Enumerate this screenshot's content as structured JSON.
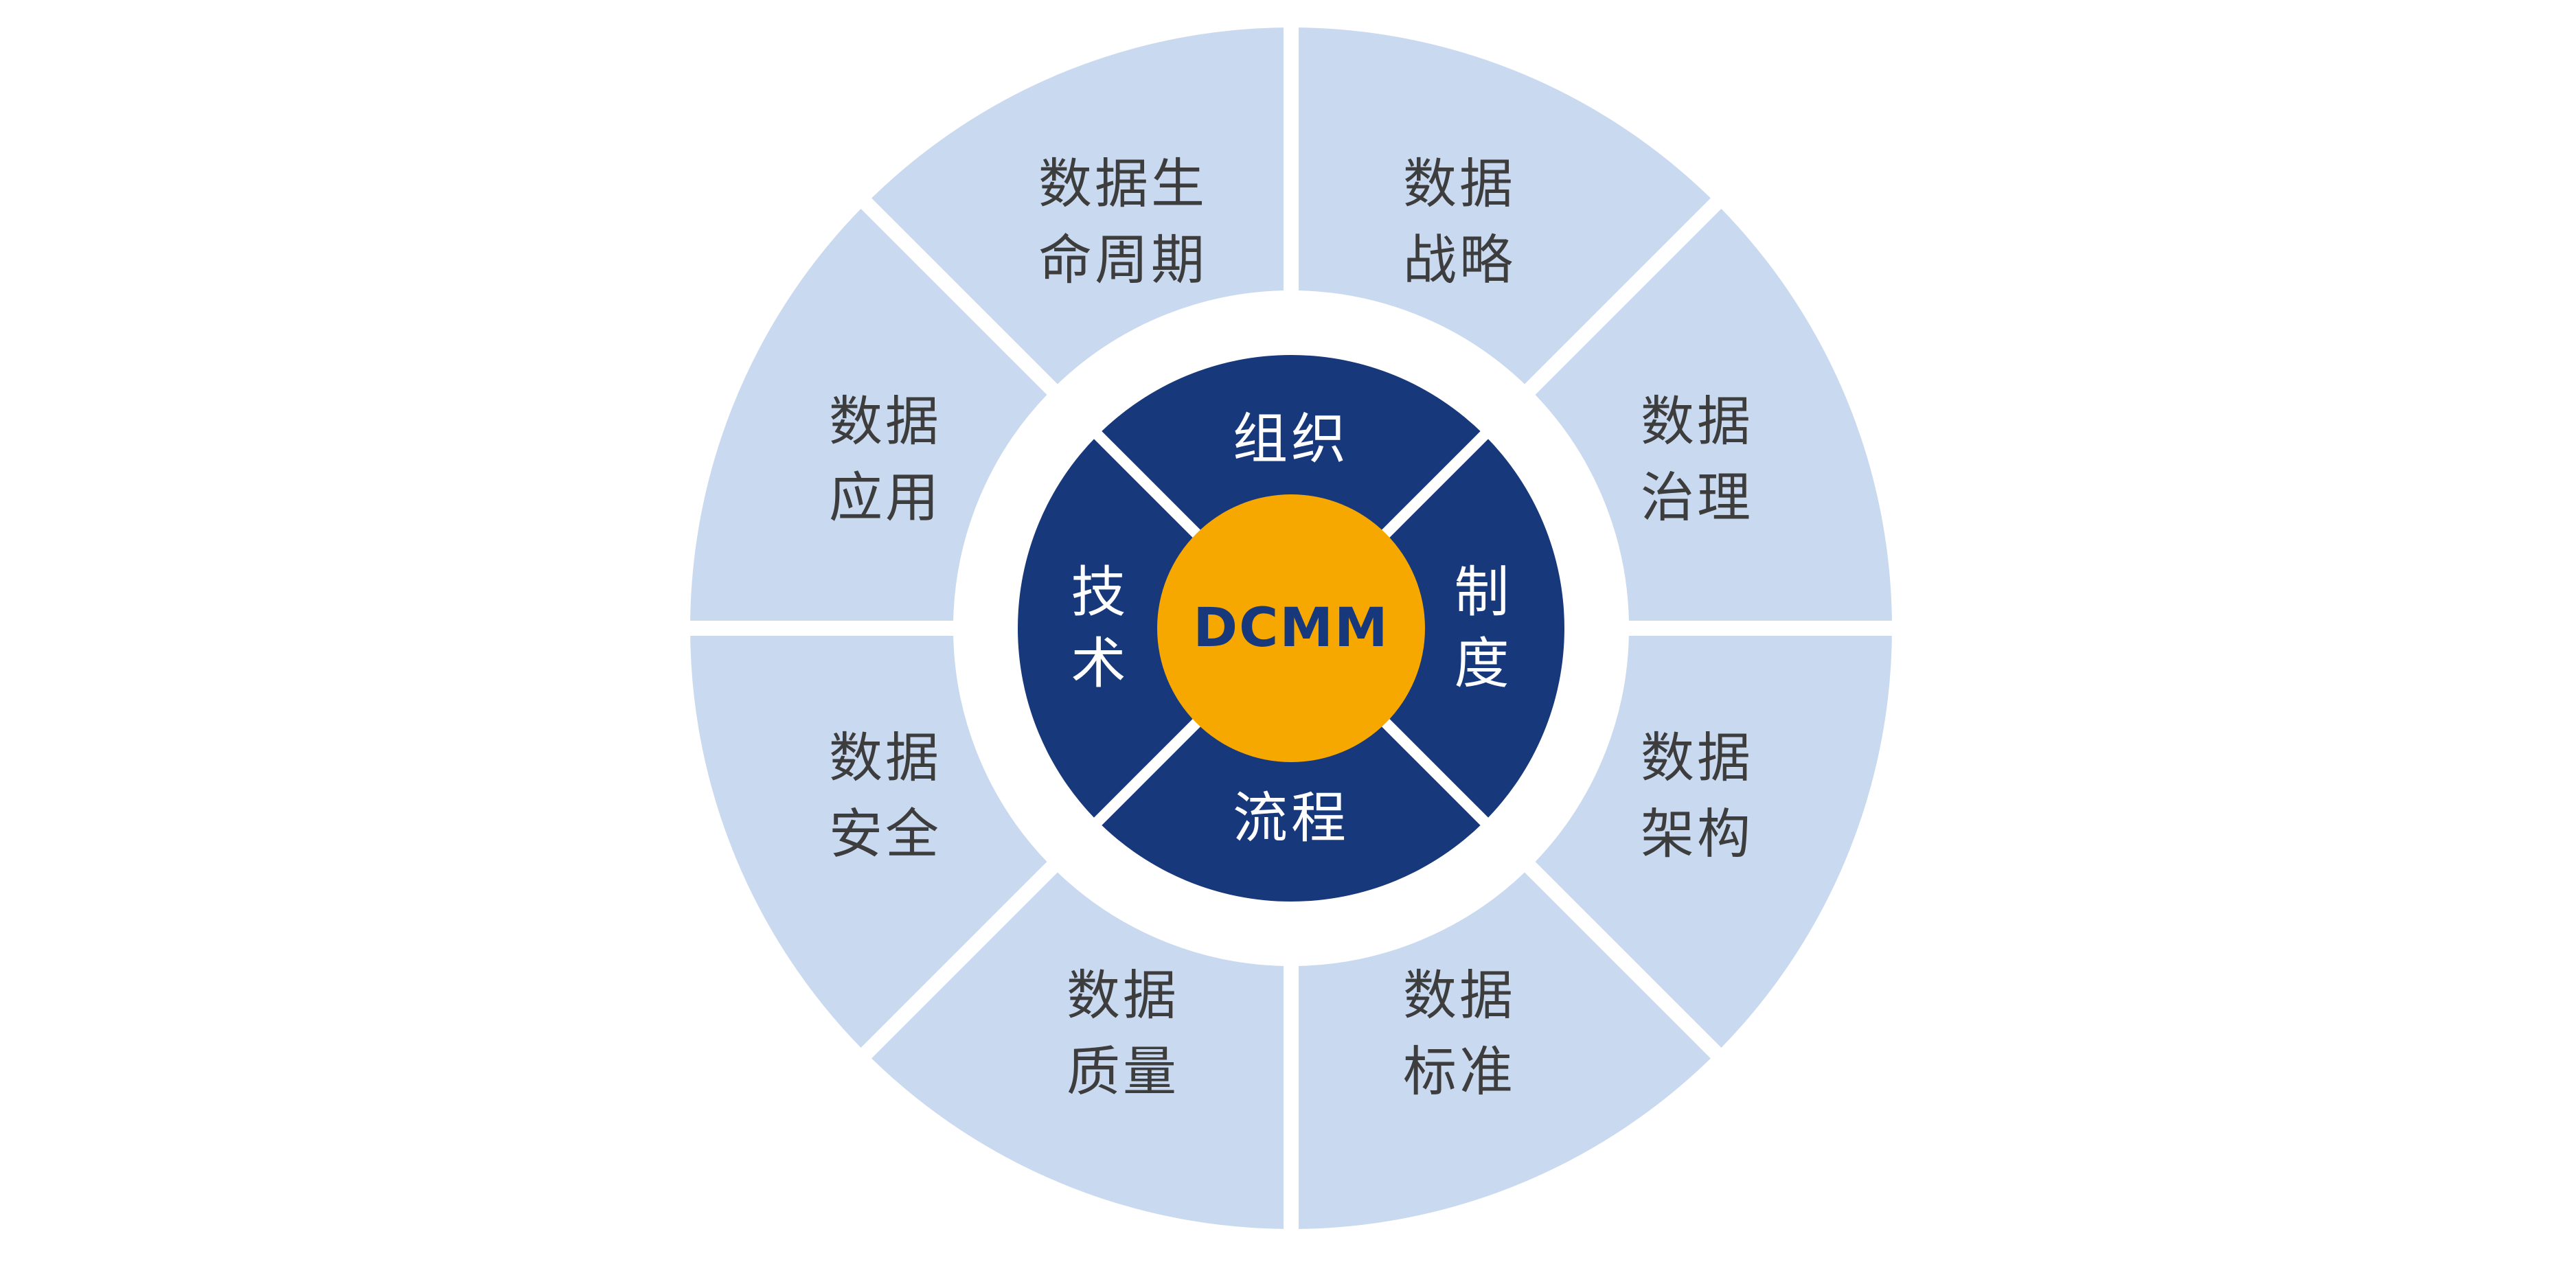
{
  "diagram": {
    "title": "DCMM capability wheel",
    "center": {
      "label": "DCMM"
    },
    "inner_ring": {
      "segments": [
        {
          "id": "organization",
          "label": "组织"
        },
        {
          "id": "regulation",
          "label": "制\n度"
        },
        {
          "id": "process",
          "label": "流程"
        },
        {
          "id": "technology",
          "label": "技\n术"
        }
      ]
    },
    "outer_ring": {
      "segments": [
        {
          "id": "data-strategy",
          "label": "数据\n战略"
        },
        {
          "id": "data-governance",
          "label": "数据\n治理"
        },
        {
          "id": "data-architecture",
          "label": "数据\n架构"
        },
        {
          "id": "data-standards",
          "label": "数据\n标准"
        },
        {
          "id": "data-quality",
          "label": "数据\n质量"
        },
        {
          "id": "data-security",
          "label": "数据\n安全"
        },
        {
          "id": "data-application",
          "label": "数据\n应用"
        },
        {
          "id": "data-lifecycle",
          "label": "数据生\n命周期"
        }
      ]
    },
    "colors": {
      "outer_ring": "#C9D9F0",
      "inner_ring": "#18387C",
      "center": "#F7A800",
      "outer_text": "#3D3D3D",
      "inner_text": "#FFFFFF",
      "center_text": "#18387C",
      "background": "#FFFFFF"
    }
  }
}
